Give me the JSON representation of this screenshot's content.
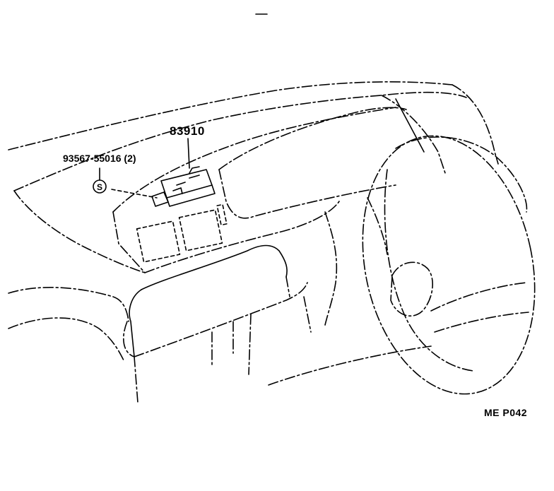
{
  "part_numbers": {
    "main_part": "83910",
    "screw_part": "93567-55016",
    "screw_qty": "(2)"
  },
  "symbols": {
    "screw_symbol": "S"
  },
  "diagram_code": "ME P042",
  "colors": {
    "line": "#000000",
    "background": "#ffffff"
  },
  "icons": [
    "screw-symbol-icon",
    "switch-part-icon",
    "steering-wheel-icon"
  ]
}
